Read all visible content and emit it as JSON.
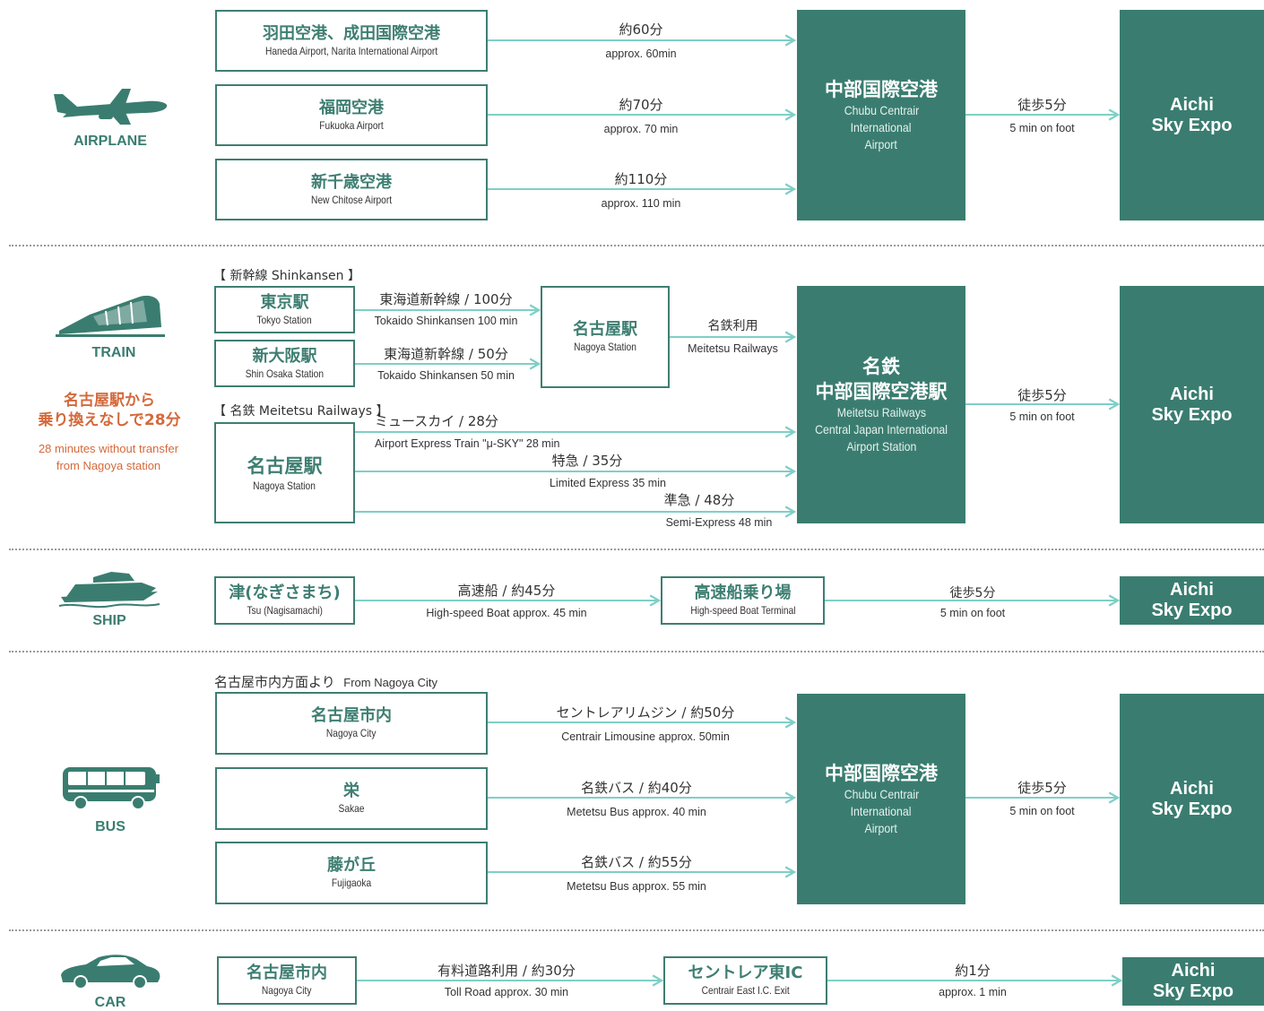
{
  "destination": "Aichi Sky Expo",
  "destination_lines": [
    "Aichi",
    "Sky Expo"
  ],
  "colors": {
    "accent": "#3a7d70",
    "arrow": "#7fcfc6",
    "note": "#d4693b",
    "separator": "#9a9a9a"
  },
  "airplane": {
    "mode": "AIRPLANE",
    "icon": "airplane-icon",
    "sources": [
      {
        "jp": "羽田空港、成田国際空港",
        "en": "Haneda Airport, Narita International Airport",
        "time_jp": "約60分",
        "time_en": "approx. 60min"
      },
      {
        "jp": "福岡空港",
        "en": "Fukuoka Airport",
        "time_jp": "約70分",
        "time_en": "approx. 70 min"
      },
      {
        "jp": "新千歳空港",
        "en": "New Chitose Airport",
        "time_jp": "約110分",
        "time_en": "approx. 110 min"
      }
    ],
    "hub_jp": "中部国際空港",
    "hub_en": [
      "Chubu Centrair",
      "International",
      "Airport"
    ],
    "walk_jp": "徒歩5分",
    "walk_en": "5 min on foot"
  },
  "train": {
    "mode": "TRAIN",
    "icon": "train-icon",
    "note_jp": [
      "名古屋駅から",
      "乗り換えなしで28分"
    ],
    "note_en": [
      "28 minutes without transfer",
      "from Nagoya station"
    ],
    "shinkansen_group": "【 新幹線 Shinkansen 】",
    "meitetsu_group": "【 名鉄 Meitetsu Railways 】",
    "shinkansen": [
      {
        "jp": "東京駅",
        "en": "Tokyo Station",
        "line_jp": "東海道新幹線 / 100分",
        "line_en": "Tokaido Shinkansen     100 min"
      },
      {
        "jp": "新大阪駅",
        "en": "Shin Osaka Station",
        "line_jp": "東海道新幹線 / 50分",
        "line_en": "Tokaido Shinkansen     50 min"
      }
    ],
    "nagoya_jp": "名古屋駅",
    "nagoya_en": "Nagoya Station",
    "meitetsu_use_jp": "名鉄利用",
    "meitetsu_use_en": "Meitetsu Railways",
    "meitetsu_source_jp": "名古屋駅",
    "meitetsu_source_en": "Nagoya Station",
    "routes": [
      {
        "jp": "ミュースカイ / 28分",
        "en": "Airport Express Train \"μ-SKY\"    28 min"
      },
      {
        "jp": "特急 / 35分",
        "en": "Limited Express    35 min"
      },
      {
        "jp": "準急 / 48分",
        "en": "Semi-Express    48 min"
      }
    ],
    "hub_jp": [
      "名鉄",
      "中部国際空港駅"
    ],
    "hub_en": [
      "Meitetsu Railways",
      "Central Japan International",
      "Airport Station"
    ],
    "walk_jp": "徒歩5分",
    "walk_en": "5 min on foot"
  },
  "ship": {
    "mode": "SHIP",
    "icon": "ship-icon",
    "source_jp": "津(なぎさまち)",
    "source_en": "Tsu (Nagisamachi)",
    "route_jp": "高速船 / 約45分",
    "route_en": "High-speed Boat     approx. 45 min",
    "terminal_jp": "高速船乗り場",
    "terminal_en": "High-speed Boat Terminal",
    "walk_jp": "徒歩5分",
    "walk_en": "5 min on foot"
  },
  "bus": {
    "mode": "BUS",
    "icon": "bus-icon",
    "group_jp": "名古屋市内方面より",
    "group_en": "From Nagoya City",
    "sources": [
      {
        "jp": "名古屋市内",
        "en": "Nagoya City",
        "route_jp": "セントレアリムジン / 約50分",
        "route_en": "Centrair Limousine     approx. 50min"
      },
      {
        "jp": "栄",
        "en": "Sakae",
        "route_jp": "名鉄バス / 約40分",
        "route_en": "Metetsu Bus     approx. 40 min"
      },
      {
        "jp": "藤が丘",
        "en": "Fujigaoka",
        "route_jp": "名鉄バス / 約55分",
        "route_en": "Metetsu Bus      approx. 55 min"
      }
    ],
    "hub_jp": "中部国際空港",
    "hub_en": [
      "Chubu Centrair",
      "International",
      "Airport"
    ],
    "walk_jp": "徒歩5分",
    "walk_en": "5 min on foot"
  },
  "car": {
    "mode": "CAR",
    "icon": "car-icon",
    "source_jp": "名古屋市内",
    "source_en": "Nagoya City",
    "route_jp": "有料道路利用 / 約30分",
    "route_en": "Toll Road     approx. 30 min",
    "exit_jp": "セントレア東IC",
    "exit_en": "Centrair East I.C. Exit",
    "final_jp": "約1分",
    "final_en": "approx. 1 min"
  }
}
